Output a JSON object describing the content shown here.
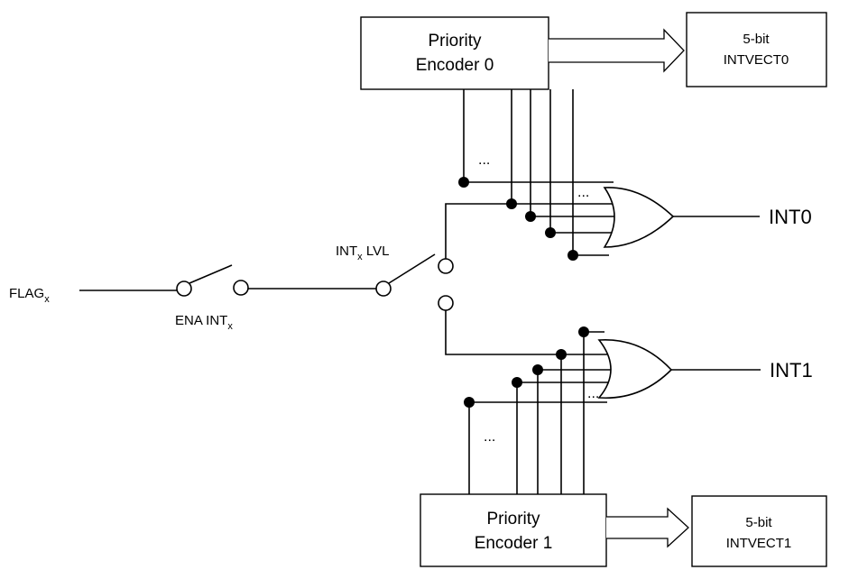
{
  "encoder0": {
    "line1": "Priority",
    "line2": "Encoder 0",
    "output_line1": "5-bit",
    "output_line2": "INTVECT0"
  },
  "encoder1": {
    "line1": "Priority",
    "line2": "Encoder 1",
    "output_line1": "5-bit",
    "output_line2": "INTVECT1"
  },
  "outputs": {
    "int0": "INT0",
    "int1": "INT1"
  },
  "input": {
    "flag": "FLAG",
    "flag_sub": "x"
  },
  "switches": {
    "ena_label": "ENA INT",
    "ena_sub": "x",
    "lvl_prefix": "INT",
    "lvl_sub": "x",
    "lvl_suffix": " LVL"
  },
  "ellipsis": "..."
}
